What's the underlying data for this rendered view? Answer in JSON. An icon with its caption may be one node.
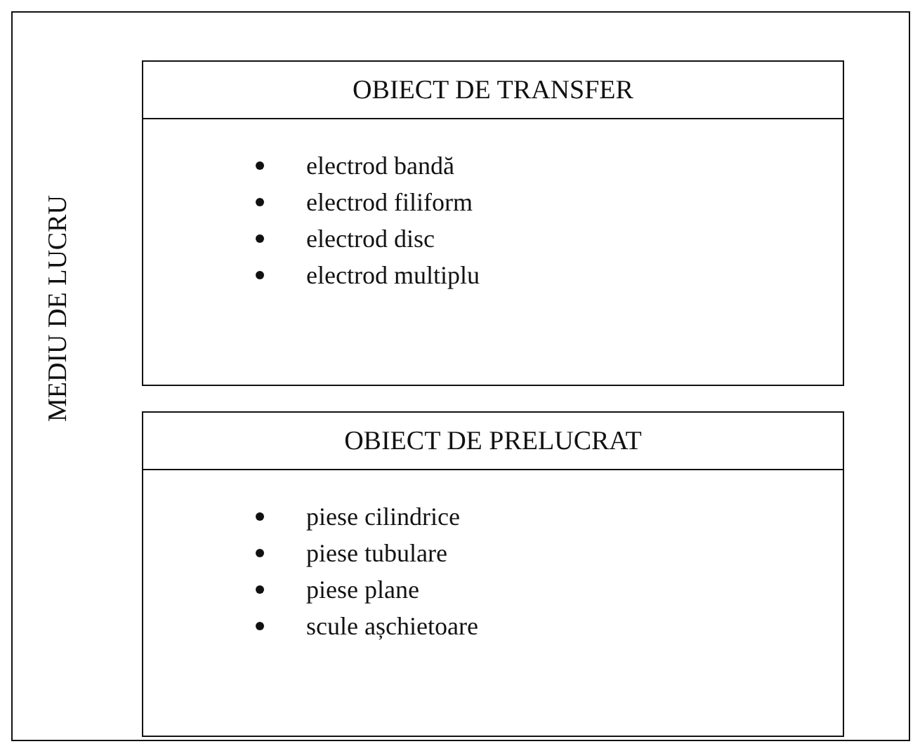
{
  "diagram": {
    "nodes": [
      {
        "text": [
          "MEDIU DE LUCRU"
        ]
      },
      {
        "text": [
          "OBIECT DE TRANSFER",
          "electrod bandă",
          "electrod filiform",
          "electrod disc",
          "electrod multiplu"
        ],
        "in": 0
      },
      {
        "text": [
          "OBIECT DE PRELUCRAT",
          "piese cilindrice",
          "piese tubulare",
          "piese plane",
          "scule așchietoare"
        ],
        "in": 0
      }
    ]
  }
}
